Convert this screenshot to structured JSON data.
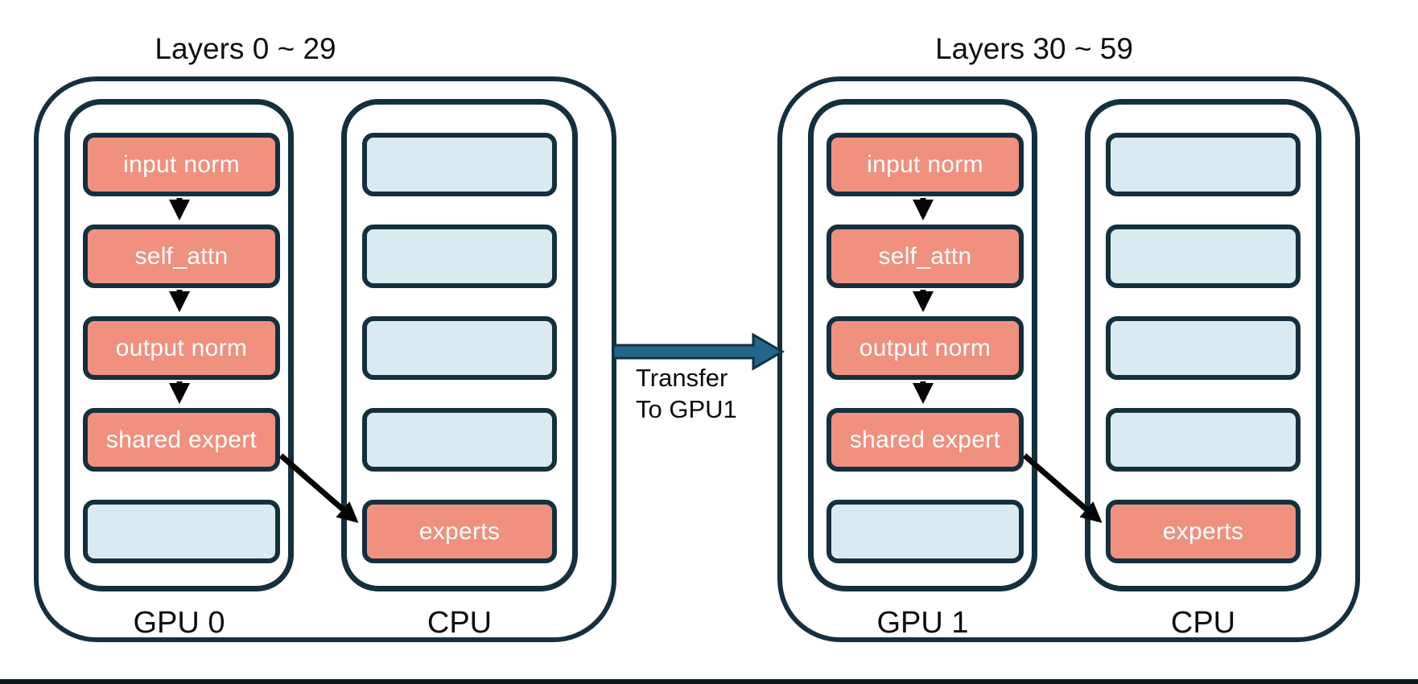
{
  "colors": {
    "navy": "#14303E",
    "salmon": "#F0907E",
    "lightblue": "#D9EBF0",
    "arrowfill": "#20678B",
    "flowarrow": "#050505",
    "boxtext": "#FFFFFF",
    "bottombar": "#0E1A21"
  },
  "transfer": {
    "line1": "Transfer",
    "line2": "To GPU1"
  },
  "groups": [
    {
      "title": "Layers 0 ~ 29",
      "gpu": {
        "label": "GPU 0",
        "boxes": [
          {
            "label": "input norm",
            "type": "on-gpu"
          },
          {
            "label": "self_attn",
            "type": "on-gpu"
          },
          {
            "label": "output norm",
            "type": "on-gpu"
          },
          {
            "label": "shared expert",
            "type": "on-gpu"
          },
          {
            "label": "",
            "type": "empty"
          }
        ]
      },
      "cpu": {
        "label": "CPU",
        "boxes": [
          {
            "label": "",
            "type": "empty"
          },
          {
            "label": "",
            "type": "empty"
          },
          {
            "label": "",
            "type": "empty"
          },
          {
            "label": "",
            "type": "empty"
          },
          {
            "label": "experts",
            "type": "on-cpu"
          }
        ]
      }
    },
    {
      "title": "Layers 30 ~ 59",
      "gpu": {
        "label": "GPU 1",
        "boxes": [
          {
            "label": "input norm",
            "type": "on-gpu"
          },
          {
            "label": "self_attn",
            "type": "on-gpu"
          },
          {
            "label": "output norm",
            "type": "on-gpu"
          },
          {
            "label": "shared expert",
            "type": "on-gpu"
          },
          {
            "label": "",
            "type": "empty"
          }
        ]
      },
      "cpu": {
        "label": "CPU",
        "boxes": [
          {
            "label": "",
            "type": "empty"
          },
          {
            "label": "",
            "type": "empty"
          },
          {
            "label": "",
            "type": "empty"
          },
          {
            "label": "",
            "type": "empty"
          },
          {
            "label": "experts",
            "type": "on-cpu"
          }
        ]
      }
    }
  ]
}
